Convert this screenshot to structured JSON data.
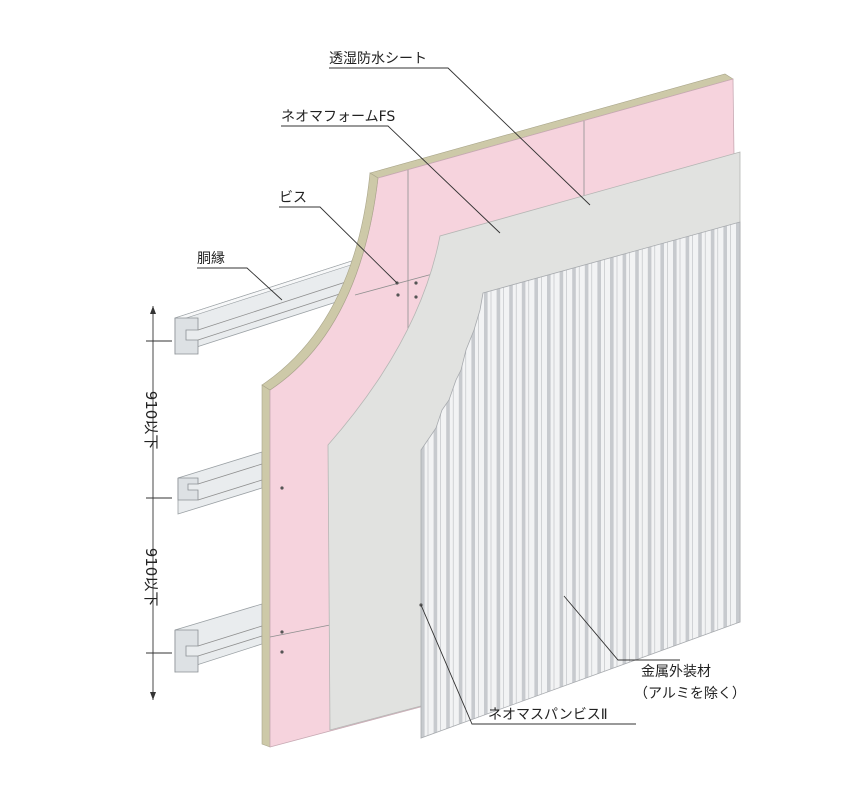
{
  "labels": {
    "moisture_sheet": "透湿防水シート",
    "foam_board": "ネオマフォームFS",
    "screw": "ビス",
    "furring": "胴縁",
    "metal_cladding_line1": "金属外装材",
    "metal_cladding_line2": "（アルミを除く）",
    "panel_screw": "ネオマスパンビスⅡ"
  },
  "dimensions": {
    "upper_spacing": "910以下",
    "lower_spacing": "910以下"
  },
  "colors": {
    "foam_pink": "#f6d3dd",
    "foam_edge": "#cdc9a8",
    "sheet_gray": "#e1e2e0",
    "metal_light": "#f2f3f4",
    "metal_dark": "#c7cace",
    "furring_metal": "#e9ecee"
  }
}
